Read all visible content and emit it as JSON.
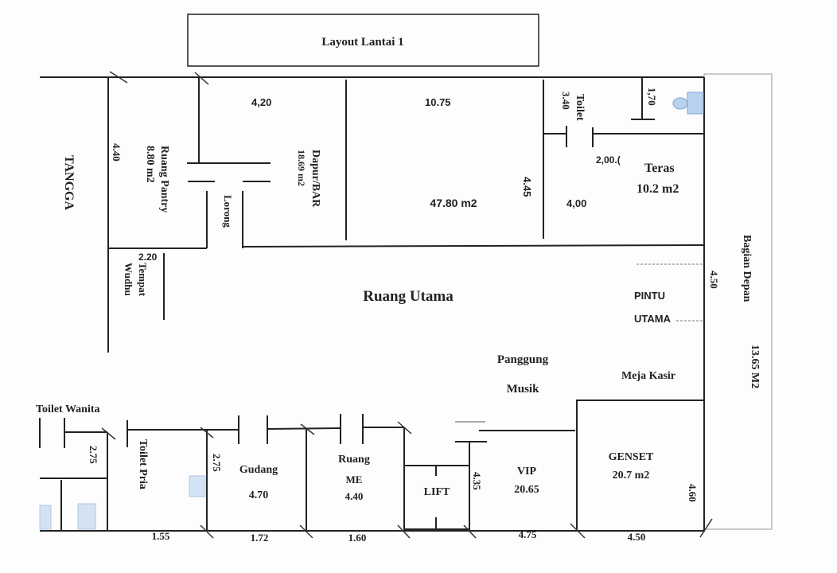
{
  "title": "Layout Lantai 1",
  "rooms": {
    "tangga": "TANGGA",
    "pantry_name": "Ruang Pantry",
    "pantry_area": "8.80 m2",
    "dapur_name": "Dapur/BAR",
    "dapur_area": "18.69 m2",
    "lorong": "Lorong",
    "main_area": "47.80 m2",
    "toilet": "Toilet",
    "teras_name": "Teras",
    "teras_area": "10.2 m2",
    "wudhu_1": "Tempat",
    "wudhu_2": "Wudhu",
    "ruang_utama": "Ruang Utama",
    "pintu_1": "PINTU",
    "pintu_2": "UTAMA",
    "panggung_1": "Panggung",
    "panggung_2": "Musik",
    "meja_kasir": "Meja Kasir",
    "bagian_depan": "Bagian Depan",
    "bagian_depan_area": "13.65 M2",
    "toilet_wanita": "Toilet Wanita",
    "toilet_pria": "Toilet Pria",
    "gudang_name": "Gudang",
    "gudang_area": "4.70",
    "me_1": "Ruang",
    "me_2": "ME",
    "me_area": "4.40",
    "lift": "LIFT",
    "vip_name": "VIP",
    "vip_area": "20.65",
    "genset_name": "GENSET",
    "genset_area": "20.7 m2"
  },
  "dimensions": {
    "d_4_40": "4.40",
    "d_4_20": "4,20",
    "d_10_75": "10.75",
    "d_4_45": "4.45",
    "d_3_40": "3.40",
    "d_1_70": "1,70",
    "d_2_00": "2,00.(",
    "d_4_00": "4,00",
    "d_2_20": "2.20",
    "d_4_50_right": "4.50",
    "d_2_75_a": "2.75",
    "d_2_75_b": "2.75",
    "d_4_35": "4.35",
    "d_4_60": "4.60",
    "d_1_55": "1.55",
    "d_1_72": "1.72",
    "d_1_60": "1.60",
    "d_4_75": "4.75",
    "d_4_50_bottom": "4.50"
  }
}
